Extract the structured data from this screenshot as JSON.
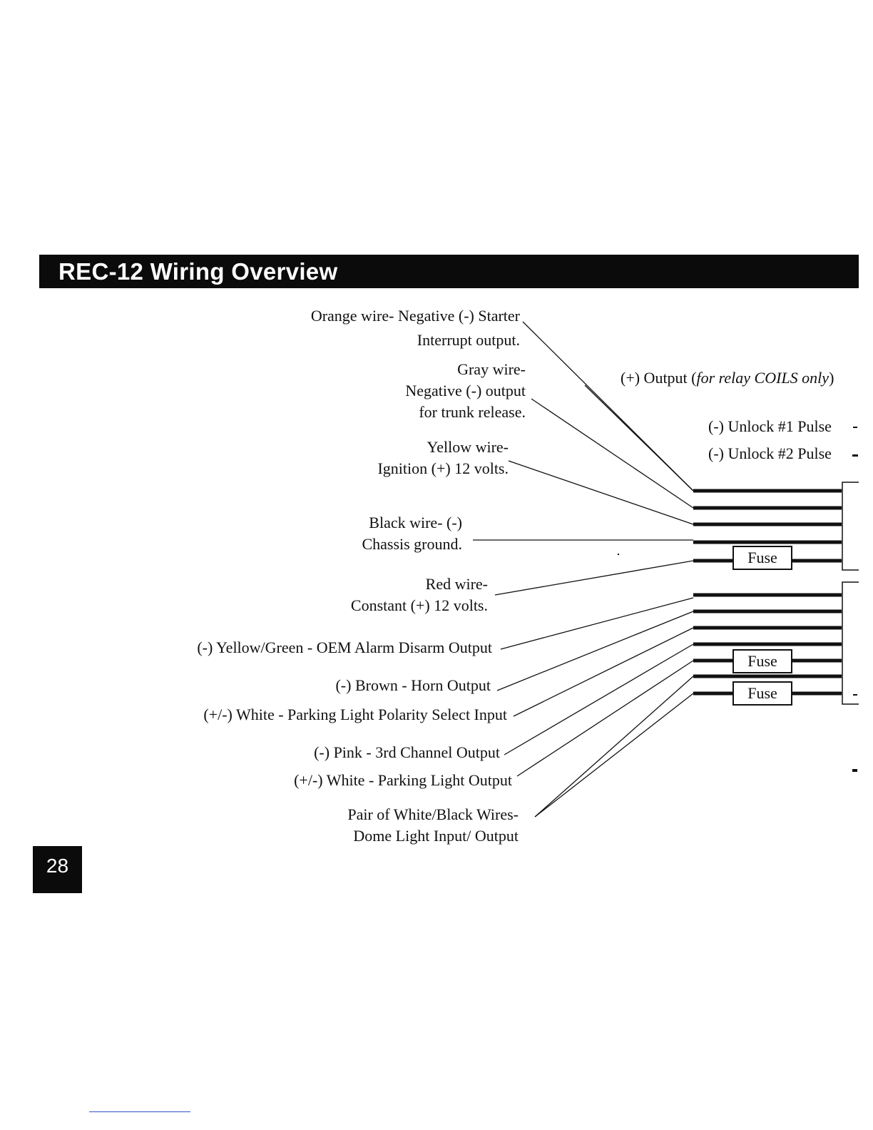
{
  "header": {
    "title": "REC-12 Wiring Overview"
  },
  "labels": {
    "orange_1": "Orange wire- Negative (-) Starter",
    "orange_2": "Interrupt output.",
    "gray_1": "Gray wire-",
    "gray_2": "Negative (-) output",
    "gray_3": "for trunk release.",
    "yellow_1": "Yellow wire-",
    "yellow_2": "Ignition (+) 12 volts.",
    "black_1": "Black wire- (-)",
    "black_2": "Chassis ground.",
    "red_1": "Red wire-",
    "red_2": "Constant (+) 12 volts.",
    "yellow_green": "(-) Yellow/Green - OEM Alarm Disarm Output",
    "brown": "(-) Brown - Horn Output",
    "white_polarity": "(+/-) White - Parking Light Polarity Select Input",
    "pink": "(-) Pink - 3rd Channel Output",
    "white_parking": "(+/-) White - Parking Light Output",
    "pair_1": "Pair of White/Black Wires-",
    "pair_2": "Dome Light Input/ Output"
  },
  "right_labels": {
    "output_prefix": "(+) Output (",
    "output_italic": "for relay COILS only",
    "output_suffix": ")",
    "unlock1": "(-) Unlock #1 Pulse",
    "unlock2": "(-) Unlock #2 Pulse"
  },
  "fuses": [
    "Fuse",
    "Fuse",
    "Fuse"
  ],
  "page_number": "28"
}
